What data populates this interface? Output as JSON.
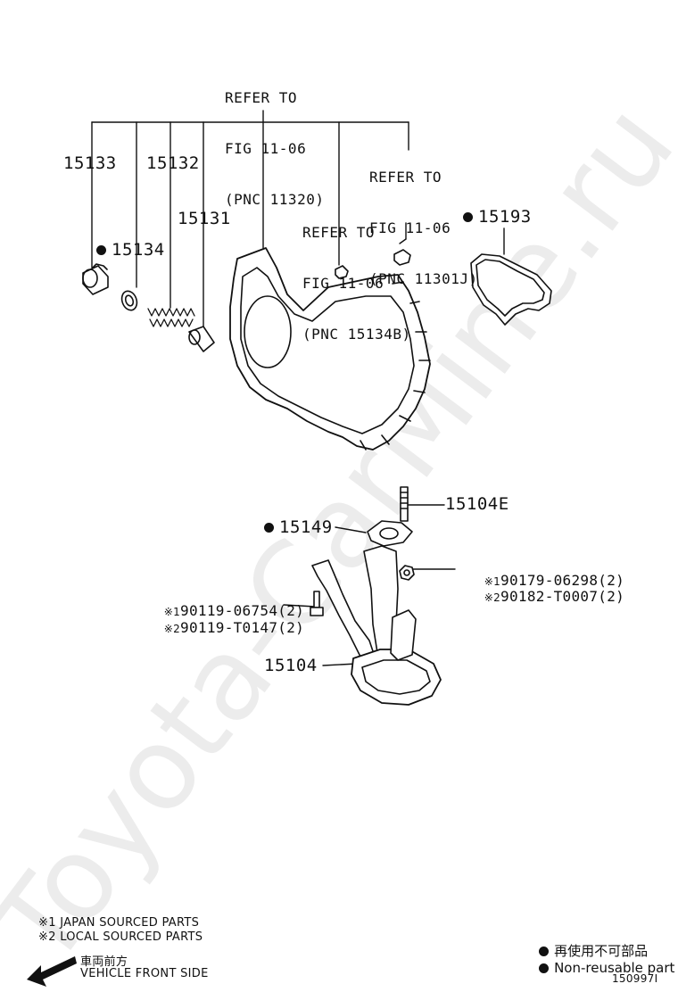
{
  "watermark": "Toyota-CarMine.ru",
  "references": {
    "ref_11320": [
      "REFER TO",
      "FIG 11-06",
      "(PNC 11320)"
    ],
    "ref_11301j": [
      "REFER TO",
      "FIG 11-06",
      "(PNC 11301J)"
    ],
    "ref_15134b": [
      "REFER TO",
      "FIG 11-06",
      "(PNC 15134B)"
    ]
  },
  "parts": {
    "p15133": "15133",
    "p15132": "15132",
    "p15131": "15131",
    "p15134": "15134",
    "p15193": "15193",
    "p15104e": "15104E",
    "p15149": "15149",
    "p15104": "15104",
    "nut_japan": "90179-06298(2)",
    "nut_local": "90182-T0007(2)",
    "bolt_japan": "90119-06754(2)",
    "bolt_local": "90119-T0147(2)"
  },
  "marks": {
    "m1": "※1",
    "m2": "※2"
  },
  "notes": {
    "japan": "※1 JAPAN SOURCED PARTS",
    "local": "※2 LOCAL SOURCED PARTS",
    "front_jp": "車両前方",
    "front_en": "VEHICLE FRONT SIDE"
  },
  "legend": {
    "non_reusable_jp": "再使用不可部品",
    "non_reusable_en": "Non-reusable part"
  },
  "figure_id": "150997I"
}
